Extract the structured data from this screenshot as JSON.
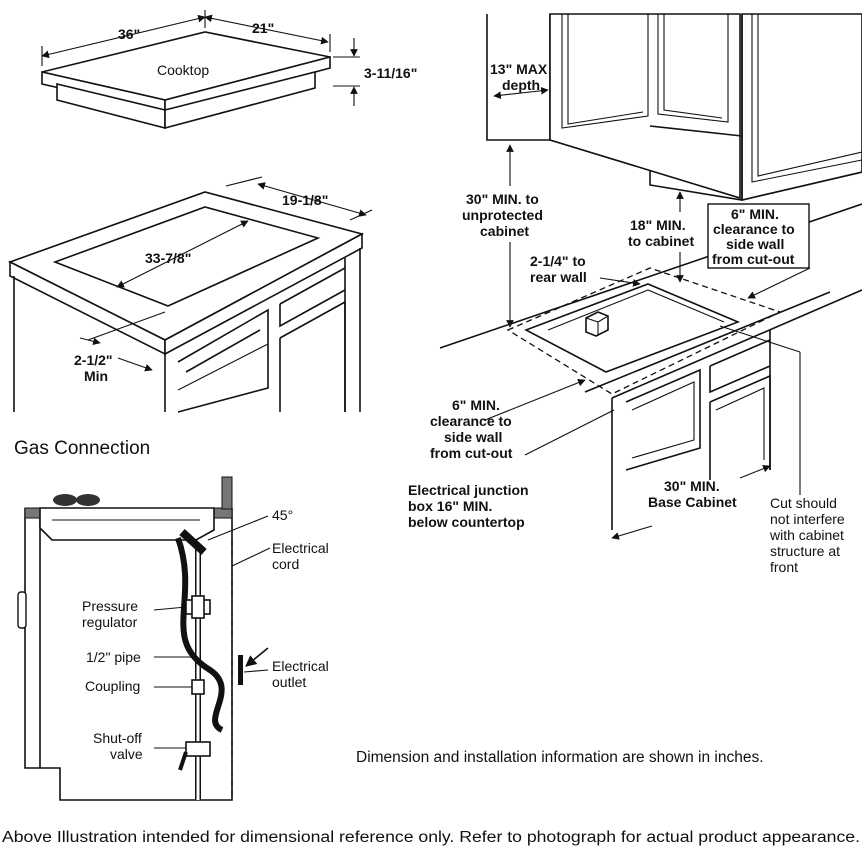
{
  "cooktop": {
    "width": "36\"",
    "depth": "21\"",
    "height": "3-11/16\"",
    "label": "Cooktop"
  },
  "cutout": {
    "width": "33-7/8\"",
    "depth": "19-1/8\"",
    "front_min_1": "2-1/2\"",
    "front_min_2": "Min"
  },
  "install": {
    "cabinet_depth_1": "13\" MAX",
    "cabinet_depth_2": "depth",
    "unprotected_1": "30\" MIN. to",
    "unprotected_2": "unprotected",
    "unprotected_3": "cabinet",
    "to_cabinet_1": "18\" MIN.",
    "to_cabinet_2": "to cabinet",
    "side_wall_box_1": "6\" MIN.",
    "side_wall_box_2": "clearance to",
    "side_wall_box_3": "side wall",
    "side_wall_box_4": "from cut-out",
    "rear_wall_1": "2-1/4\" to",
    "rear_wall_2": "rear wall",
    "side_wall_left_1": "6\" MIN.",
    "side_wall_left_2": "clearance to",
    "side_wall_left_3": "side wall",
    "side_wall_left_4": "from cut-out",
    "junction_1": "Electrical junction",
    "junction_2": "box 16\" MIN.",
    "junction_3": "below countertop",
    "base_cabinet_1": "30\" MIN.",
    "base_cabinet_2": "Base Cabinet",
    "cut_note_1": "Cut should",
    "cut_note_2": "not interfere",
    "cut_note_3": "with cabinet",
    "cut_note_4": "structure at",
    "cut_note_5": "front"
  },
  "gas": {
    "title": "Gas Connection",
    "angle": "45°",
    "cord_1": "Electrical",
    "cord_2": "cord",
    "regulator_1": "Pressure",
    "regulator_2": "regulator",
    "pipe": "1/2\" pipe",
    "coupling": "Coupling",
    "outlet_1": "Electrical",
    "outlet_2": "outlet",
    "valve_1": "Shut-off",
    "valve_2": "valve"
  },
  "notes": {
    "units": "Dimension and installation information are shown in inches.",
    "footer": "Above Illustration intended for dimensional reference only. Refer to photograph for actual product appearance."
  }
}
